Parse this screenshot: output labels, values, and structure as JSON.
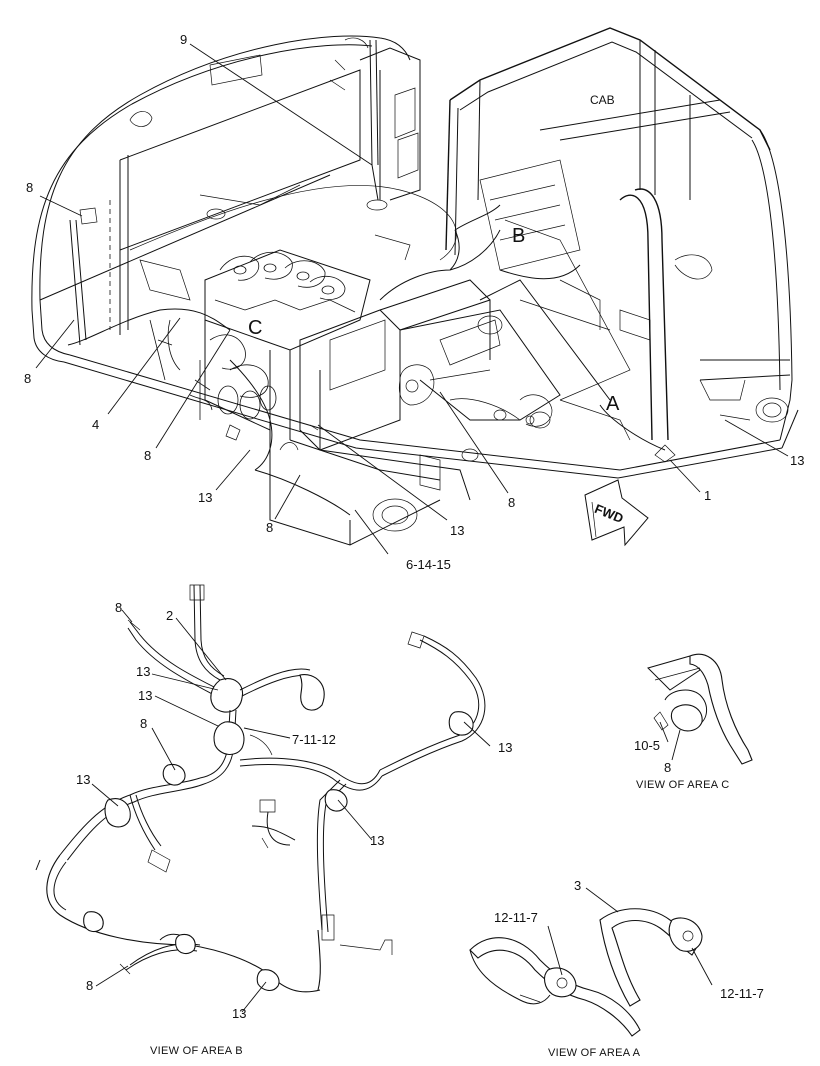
{
  "labels": {
    "cab": "CAB",
    "area_a": "A",
    "area_b": "B",
    "area_c": "C",
    "fwd": "FWD"
  },
  "captions": {
    "view_b": "VIEW OF AREA  B",
    "view_a": "VIEW OF AREA  A",
    "view_c": "VIEW OF AREA  C"
  },
  "callouts": {
    "main": [
      {
        "id": "c9",
        "text": "9"
      },
      {
        "id": "c8a",
        "text": "8"
      },
      {
        "id": "c8b",
        "text": "8"
      },
      {
        "id": "c4",
        "text": "4"
      },
      {
        "id": "c8c",
        "text": "8"
      },
      {
        "id": "c13a",
        "text": "13"
      },
      {
        "id": "c8d",
        "text": "8"
      },
      {
        "id": "c6",
        "text": "6-14-15"
      },
      {
        "id": "c13b",
        "text": "13"
      },
      {
        "id": "c8e",
        "text": "8"
      },
      {
        "id": "c1",
        "text": "1"
      },
      {
        "id": "c13c",
        "text": "13"
      }
    ],
    "view_b": [
      {
        "id": "b8a",
        "text": "8"
      },
      {
        "id": "b2",
        "text": "2"
      },
      {
        "id": "b13a",
        "text": "13"
      },
      {
        "id": "b13b",
        "text": "13"
      },
      {
        "id": "b8b",
        "text": "8"
      },
      {
        "id": "b7",
        "text": "7-11-12"
      },
      {
        "id": "b13c",
        "text": "13"
      },
      {
        "id": "b13d",
        "text": "13"
      },
      {
        "id": "b13e",
        "text": "13"
      },
      {
        "id": "b8c",
        "text": "8"
      },
      {
        "id": "b13f",
        "text": "13"
      }
    ],
    "view_c": [
      {
        "id": "vc8",
        "text": "8"
      },
      {
        "id": "vc10",
        "text": "10-5"
      }
    ],
    "view_a": [
      {
        "id": "va3",
        "text": "3"
      },
      {
        "id": "va12a",
        "text": "12-11-7"
      },
      {
        "id": "va12b",
        "text": "12-11-7"
      }
    ]
  }
}
